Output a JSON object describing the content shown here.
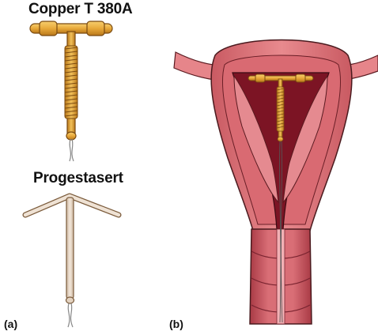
{
  "labels": {
    "copper_device": "Copper T 380A",
    "progesterone_device": "Progestasert",
    "panel_a": "(a)",
    "panel_b": "(b)"
  },
  "colors": {
    "copper_gold": "#e8a93a",
    "copper_shadow": "#b9781a",
    "progestasert_beige": "#ecdccb",
    "uterine_wall": "#e0757a",
    "cavity_dark": "#8a1a2b",
    "outline": "#3a1a1a"
  }
}
